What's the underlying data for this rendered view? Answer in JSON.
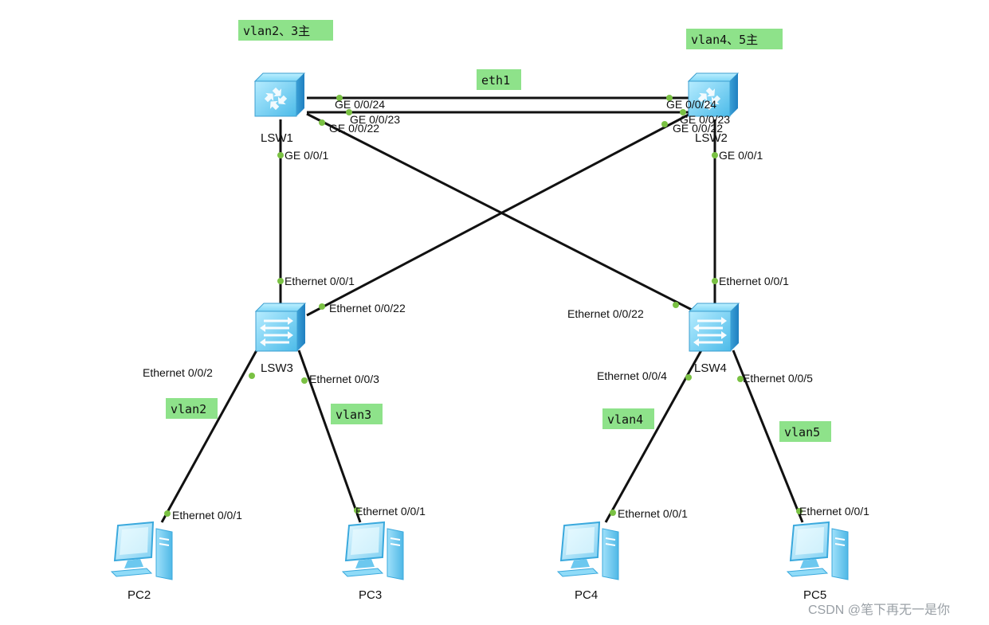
{
  "notes": {
    "sw1_master": "vlan2、3主",
    "sw2_master": "vlan4、5主",
    "eth_trunk": "eth1",
    "vlan2": "vlan2",
    "vlan3": "vlan3",
    "vlan4": "vlan4",
    "vlan5": "vlan5"
  },
  "devices": {
    "lsw1": "LSW1",
    "lsw2": "LSW2",
    "lsw3": "LSW3",
    "lsw4": "LSW4",
    "pc2": "PC2",
    "pc3": "PC3",
    "pc4": "PC4",
    "pc5": "PC5"
  },
  "ports": {
    "lsw1_ge24": "GE 0/0/24",
    "lsw1_ge23": "GE 0/0/23",
    "lsw1_ge22": "GE 0/0/22",
    "lsw1_ge1": "GE 0/0/1",
    "lsw2_ge24": "GE 0/0/24",
    "lsw2_ge23": "GE 0/0/23",
    "lsw2_ge22": "GE 0/0/22",
    "lsw2_ge1": "GE 0/0/1",
    "lsw3_e1": "Ethernet 0/0/1",
    "lsw3_e22": "Ethernet 0/0/22",
    "lsw3_e2": "Ethernet 0/0/2",
    "lsw3_e3": "Ethernet 0/0/3",
    "lsw4_e1": "Ethernet 0/0/1",
    "lsw4_e22": "Ethernet 0/0/22",
    "lsw4_e4": "Ethernet 0/0/4",
    "lsw4_e5": "Ethernet 0/0/5",
    "pc2_e1": "Ethernet 0/0/1",
    "pc3_e1": "Ethernet 0/0/1",
    "pc4_e1": "Ethernet 0/0/1",
    "pc5_e1": "Ethernet 0/0/1"
  },
  "watermark": "CSDN @笔下再无一是你",
  "colors": {
    "note_bg": "#8ee28a",
    "port_dot": "#7ac143",
    "device_blue": "#5fc8f2",
    "link": "#111111"
  },
  "icons": {
    "core_switch": "layer3-switch-icon",
    "access_switch": "layer2-switch-icon",
    "pc": "pc-icon"
  }
}
